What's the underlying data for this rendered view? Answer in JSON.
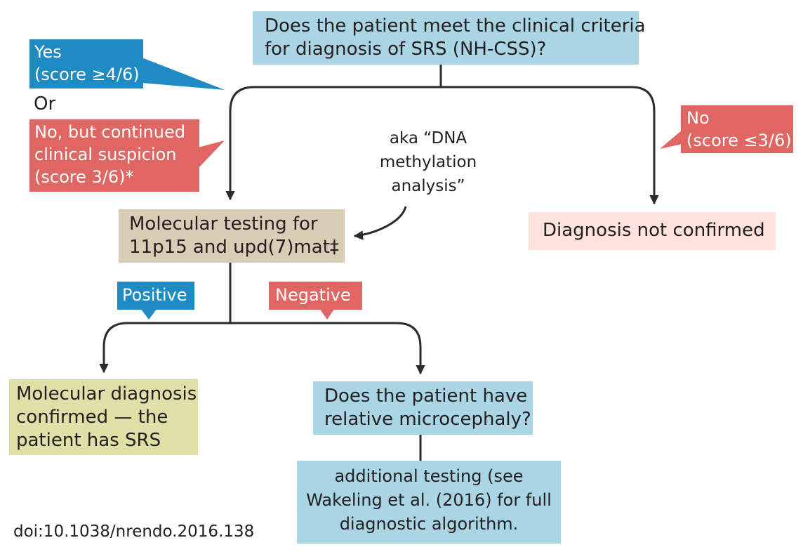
{
  "question_criteria": {
    "line1": "Does the patient meet the clinical criteria",
    "line2": "for diagnosis of SRS (NH-CSS)?"
  },
  "yes_tag": {
    "line1": "Yes",
    "line2": "(score ≥4/6)"
  },
  "or_text": "Or",
  "no_but_tag": {
    "line1": "No, but continued",
    "line2": "clinical suspicion",
    "line3": "(score 3/6)*"
  },
  "no_tag": {
    "line1": "No",
    "line2": "(score ≤3/6)"
  },
  "aka_note": {
    "line1": "aka “DNA",
    "line2": "methylation",
    "line3": "analysis”"
  },
  "molecular_testing": {
    "line1": "Molecular testing for",
    "line2": "11p15 and upd(7)mat‡"
  },
  "not_confirmed": "Diagnosis not confirmed",
  "positive_tag": "Positive",
  "negative_tag": "Negative",
  "confirmed": {
    "line1": "Molecular diagnosis",
    "line2": "confirmed — the",
    "line3": "patient has SRS"
  },
  "question_microcephaly": {
    "line1": "Does the patient have",
    "line2": "relative microcephaly?"
  },
  "additional_testing": {
    "line1": "additional testing (see",
    "line2": "Wakeling et al. (2016) for full",
    "line3": "diagnostic algorithm."
  },
  "doi": "doi:10.1038/nrendo.2016.138",
  "colors": {
    "blue_box": "#aad5e4",
    "tan_box": "#d9cdb6",
    "pink_box": "#fde3dc",
    "olive_box": "#dfe0a8",
    "blue_tag": "#1e8cc3",
    "red_tag": "#e06664",
    "line": "#2b2b2b"
  }
}
